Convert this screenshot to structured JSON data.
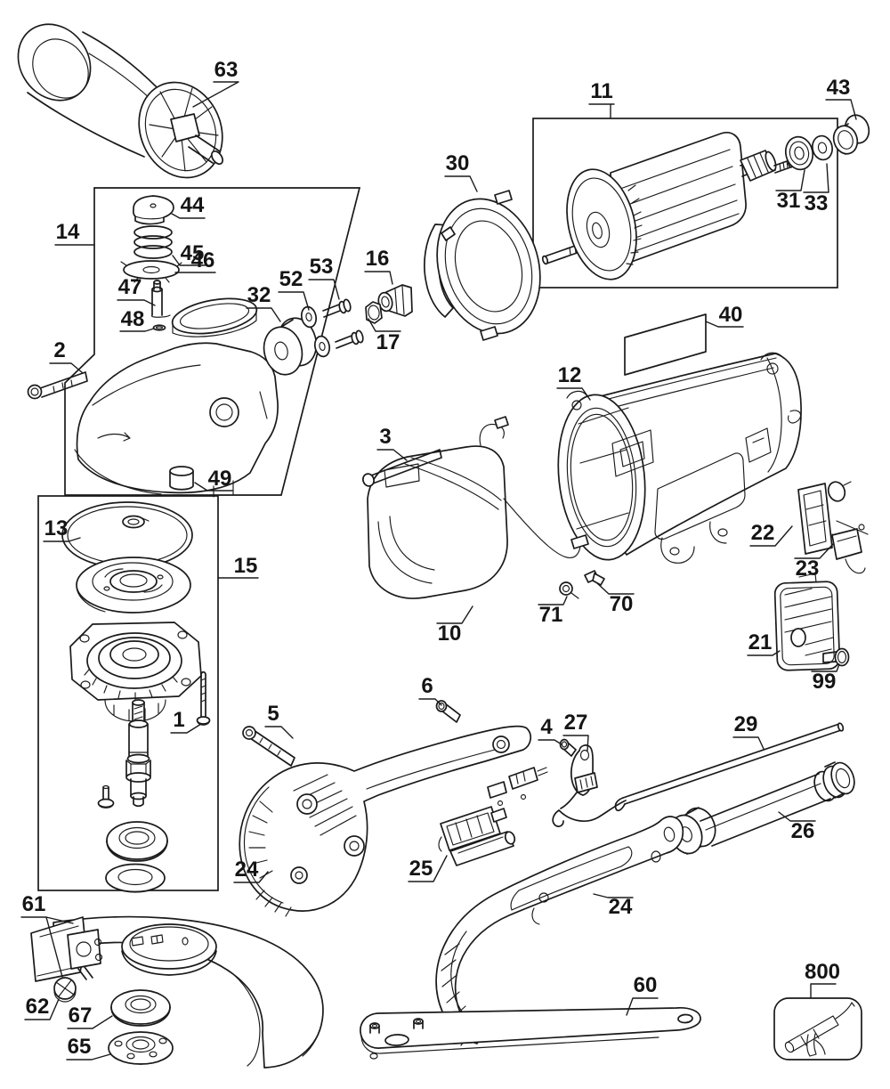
{
  "diagram": {
    "kind": "exploded-parts-diagram",
    "background": "#ffffff",
    "ink": "#1a1a1a"
  },
  "callouts": {
    "c1": {
      "label": "1"
    },
    "c2": {
      "label": "2"
    },
    "c3": {
      "label": "3"
    },
    "c4": {
      "label": "4"
    },
    "c5": {
      "label": "5"
    },
    "c6": {
      "label": "6"
    },
    "c10": {
      "label": "10"
    },
    "c11": {
      "label": "11"
    },
    "c12": {
      "label": "12"
    },
    "c13": {
      "label": "13"
    },
    "c14": {
      "label": "14"
    },
    "c15": {
      "label": "15"
    },
    "c16": {
      "label": "16"
    },
    "c17": {
      "label": "17"
    },
    "c21": {
      "label": "21"
    },
    "c22": {
      "label": "22"
    },
    "c23": {
      "label": "23"
    },
    "c24": {
      "label": "24"
    },
    "c25": {
      "label": "25"
    },
    "c26": {
      "label": "26"
    },
    "c27": {
      "label": "27"
    },
    "c29": {
      "label": "29"
    },
    "c30": {
      "label": "30"
    },
    "c31": {
      "label": "31"
    },
    "c32": {
      "label": "32"
    },
    "c33": {
      "label": "33"
    },
    "c40": {
      "label": "40"
    },
    "c43": {
      "label": "43"
    },
    "c44": {
      "label": "44"
    },
    "c45": {
      "label": "45"
    },
    "c46": {
      "label": "46"
    },
    "c47": {
      "label": "47"
    },
    "c48": {
      "label": "48"
    },
    "c49": {
      "label": "49"
    },
    "c52": {
      "label": "52"
    },
    "c53": {
      "label": "53"
    },
    "c60": {
      "label": "60"
    },
    "c61": {
      "label": "61"
    },
    "c62": {
      "label": "62"
    },
    "c63": {
      "label": "63"
    },
    "c65": {
      "label": "65"
    },
    "c67": {
      "label": "67"
    },
    "c70": {
      "label": "70"
    },
    "c71": {
      "label": "71"
    },
    "c99": {
      "label": "99"
    },
    "c800": {
      "label": "800"
    }
  }
}
